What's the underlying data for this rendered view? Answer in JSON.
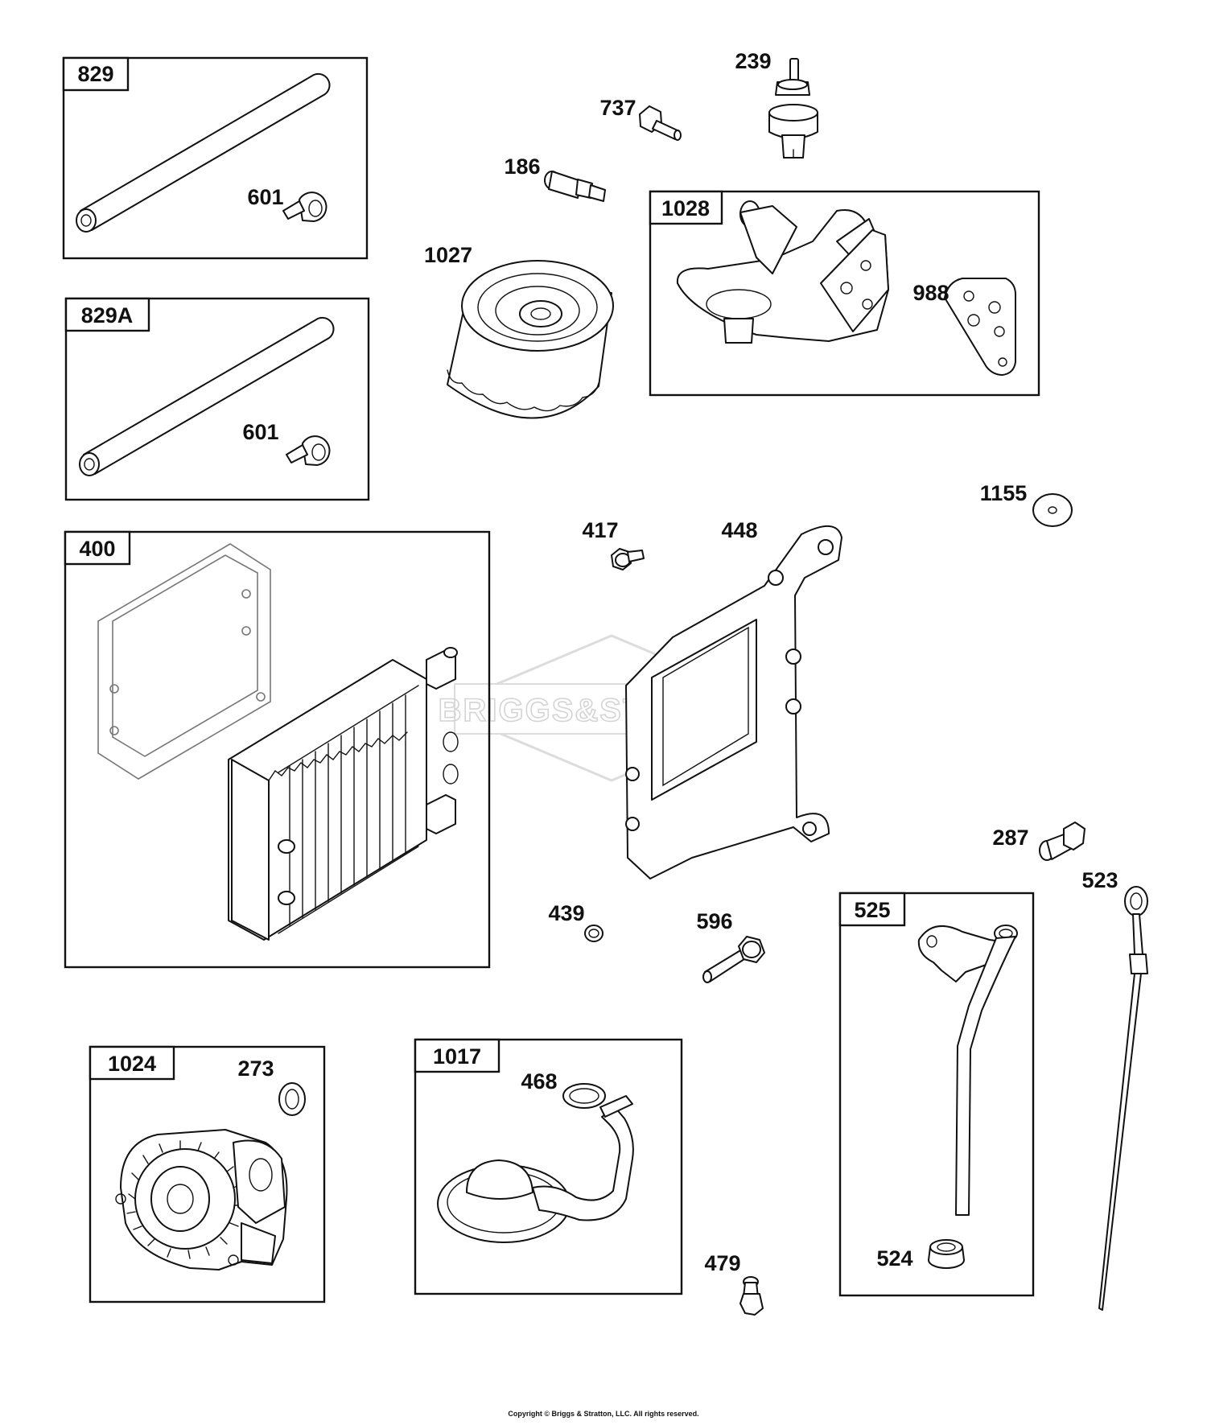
{
  "watermark": "BRIGGS&STRATTON",
  "kits": {
    "k829": "829",
    "k829a": "829A",
    "k400": "400",
    "k1028": "1028",
    "k525": "525",
    "k1024": "1024",
    "k1017": "1017"
  },
  "parts": {
    "p601a": "601",
    "p601b": "601",
    "p239": "239",
    "p737": "737",
    "p186": "186",
    "p1027": "1027",
    "p988": "988",
    "p1155": "1155",
    "p417": "417",
    "p448": "448",
    "p287": "287",
    "p523": "523",
    "p439": "439",
    "p596": "596",
    "p273": "273",
    "p468": "468",
    "p524": "524",
    "p479": "479"
  },
  "copyright": "Copyright © Briggs & Stratton, LLC. All rights reserved."
}
